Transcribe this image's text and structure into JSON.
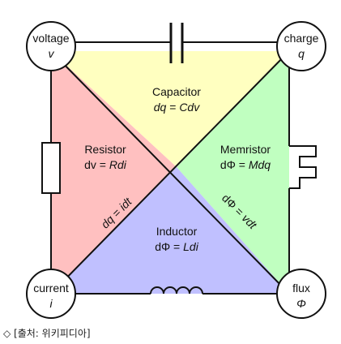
{
  "nodes": {
    "voltage": {
      "name": "voltage",
      "symbol": "v"
    },
    "charge": {
      "name": "charge",
      "symbol": "q"
    },
    "current": {
      "name": "current",
      "symbol": "i"
    },
    "flux": {
      "name": "flux",
      "symbol": "Φ"
    }
  },
  "regions": {
    "capacitor": {
      "name": "Capacitor",
      "eq_a": "dq",
      "eq_mid": " = ",
      "eq_b": "Cdv",
      "color": "#ffffc0"
    },
    "resistor": {
      "name": "Resistor",
      "eq_a": "dv",
      "eq_mid": " = ",
      "eq_b": "Rdi",
      "color": "#ffc0c0"
    },
    "memristor": {
      "name": "Memristor",
      "eq_a": "dΦ",
      "eq_mid": " = ",
      "eq_b": "Mdq",
      "color": "#c0ffc0"
    },
    "inductor": {
      "name": "Inductor",
      "eq_a": "dΦ",
      "eq_mid": " = ",
      "eq_b": "Ldi",
      "color": "#c0c0ff"
    }
  },
  "diagonals": {
    "left": {
      "eq_a": "dq",
      "eq_mid": " = ",
      "eq_b": "idt"
    },
    "right": {
      "eq_a": "dΦ",
      "eq_mid": " = ",
      "eq_b": "vdt"
    }
  },
  "caption": "◇ [출처: 위키피디아]"
}
